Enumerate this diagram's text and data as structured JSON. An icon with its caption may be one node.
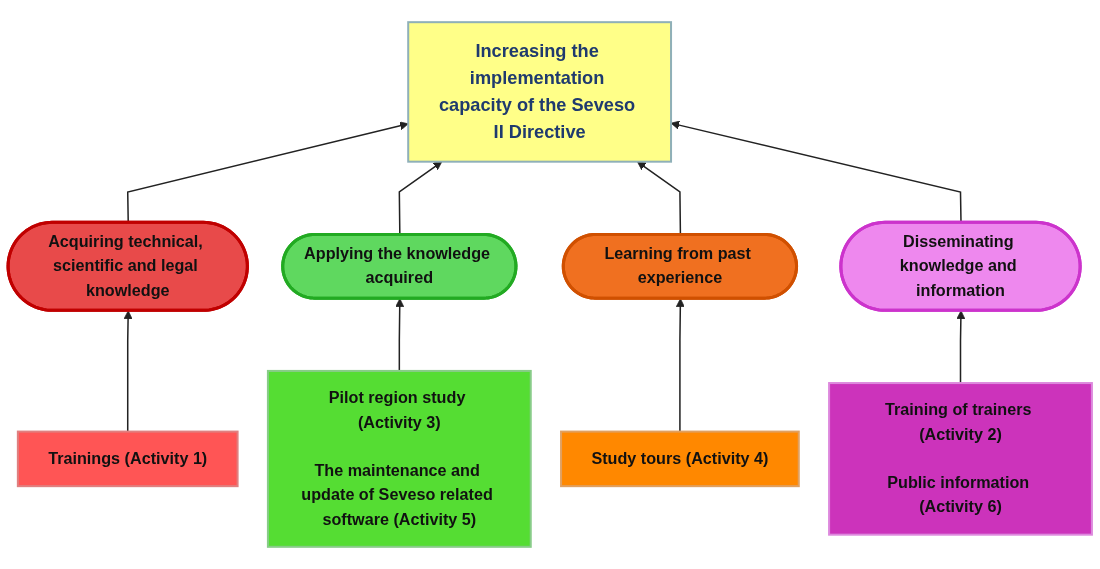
{
  "diagram": {
    "nodes": [
      {
        "text": [
          "Increasing the implementation capacity of the Seveso II Directive"
        ]
      },
      {
        "text": [
          "Acquiring technical, scientific and legal knowledge"
        ]
      },
      {
        "text": [
          "Applying the knowledge acquired"
        ]
      },
      {
        "text": [
          "Learning from past experience"
        ]
      },
      {
        "text": [
          "Disseminating knowledge and information"
        ]
      },
      {
        "text": [
          "Trainings (Activity 1)"
        ]
      },
      {
        "text": [
          "Pilot region study (Activity 3)",
          "The maintenance and update of Seveso related software (Activity 5)"
        ]
      },
      {
        "text": [
          "Study tours (Activity 4)"
        ]
      },
      {
        "text": [
          "Training of trainers (Activity 2)",
          "Public information (Activity 6)"
        ]
      }
    ],
    "edges": [
      {
        "from": 1,
        "to": 0,
        "arrow": "to"
      },
      {
        "from": 2,
        "to": 0,
        "arrow": "to"
      },
      {
        "from": 3,
        "to": 0,
        "arrow": "to"
      },
      {
        "from": 4,
        "to": 0,
        "arrow": "to"
      },
      {
        "from": 5,
        "to": 1,
        "arrow": "to"
      },
      {
        "from": 6,
        "to": 2,
        "arrow": "to"
      },
      {
        "from": 7,
        "to": 3,
        "arrow": "to"
      },
      {
        "from": 8,
        "to": 4,
        "arrow": "to"
      }
    ]
  }
}
